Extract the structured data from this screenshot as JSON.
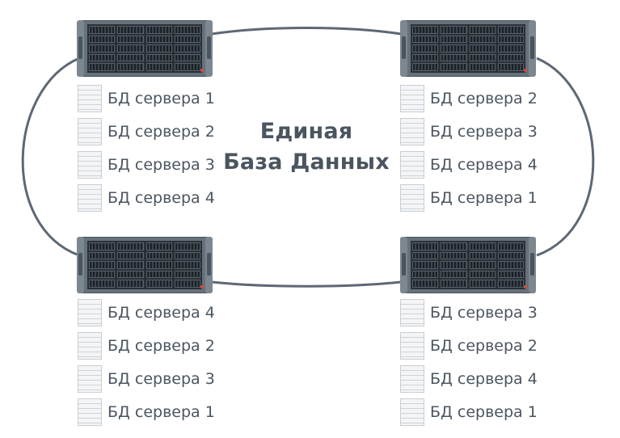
{
  "title": {
    "line1": "Единая",
    "line2": "База Данных"
  },
  "colors": {
    "ring": "#5d6873",
    "text": "#4b5560",
    "server_body": "#66717b"
  },
  "servers": [
    {
      "name": "top-left",
      "databases": [
        "БД сервера 1",
        "БД сервера 2",
        "БД сервера 3",
        "БД сервера 4"
      ]
    },
    {
      "name": "top-right",
      "databases": [
        "БД сервера 2",
        "БД сервера 3",
        "БД сервера 4",
        "БД сервера 1"
      ]
    },
    {
      "name": "bottom-left",
      "databases": [
        "БД сервера 4",
        "БД сервера 2",
        "БД сервера 3",
        "БД сервера 1"
      ]
    },
    {
      "name": "bottom-right",
      "databases": [
        "БД сервера 3",
        "БД сервера 2",
        "БД сервера 4",
        "БД сервера 1"
      ]
    }
  ]
}
